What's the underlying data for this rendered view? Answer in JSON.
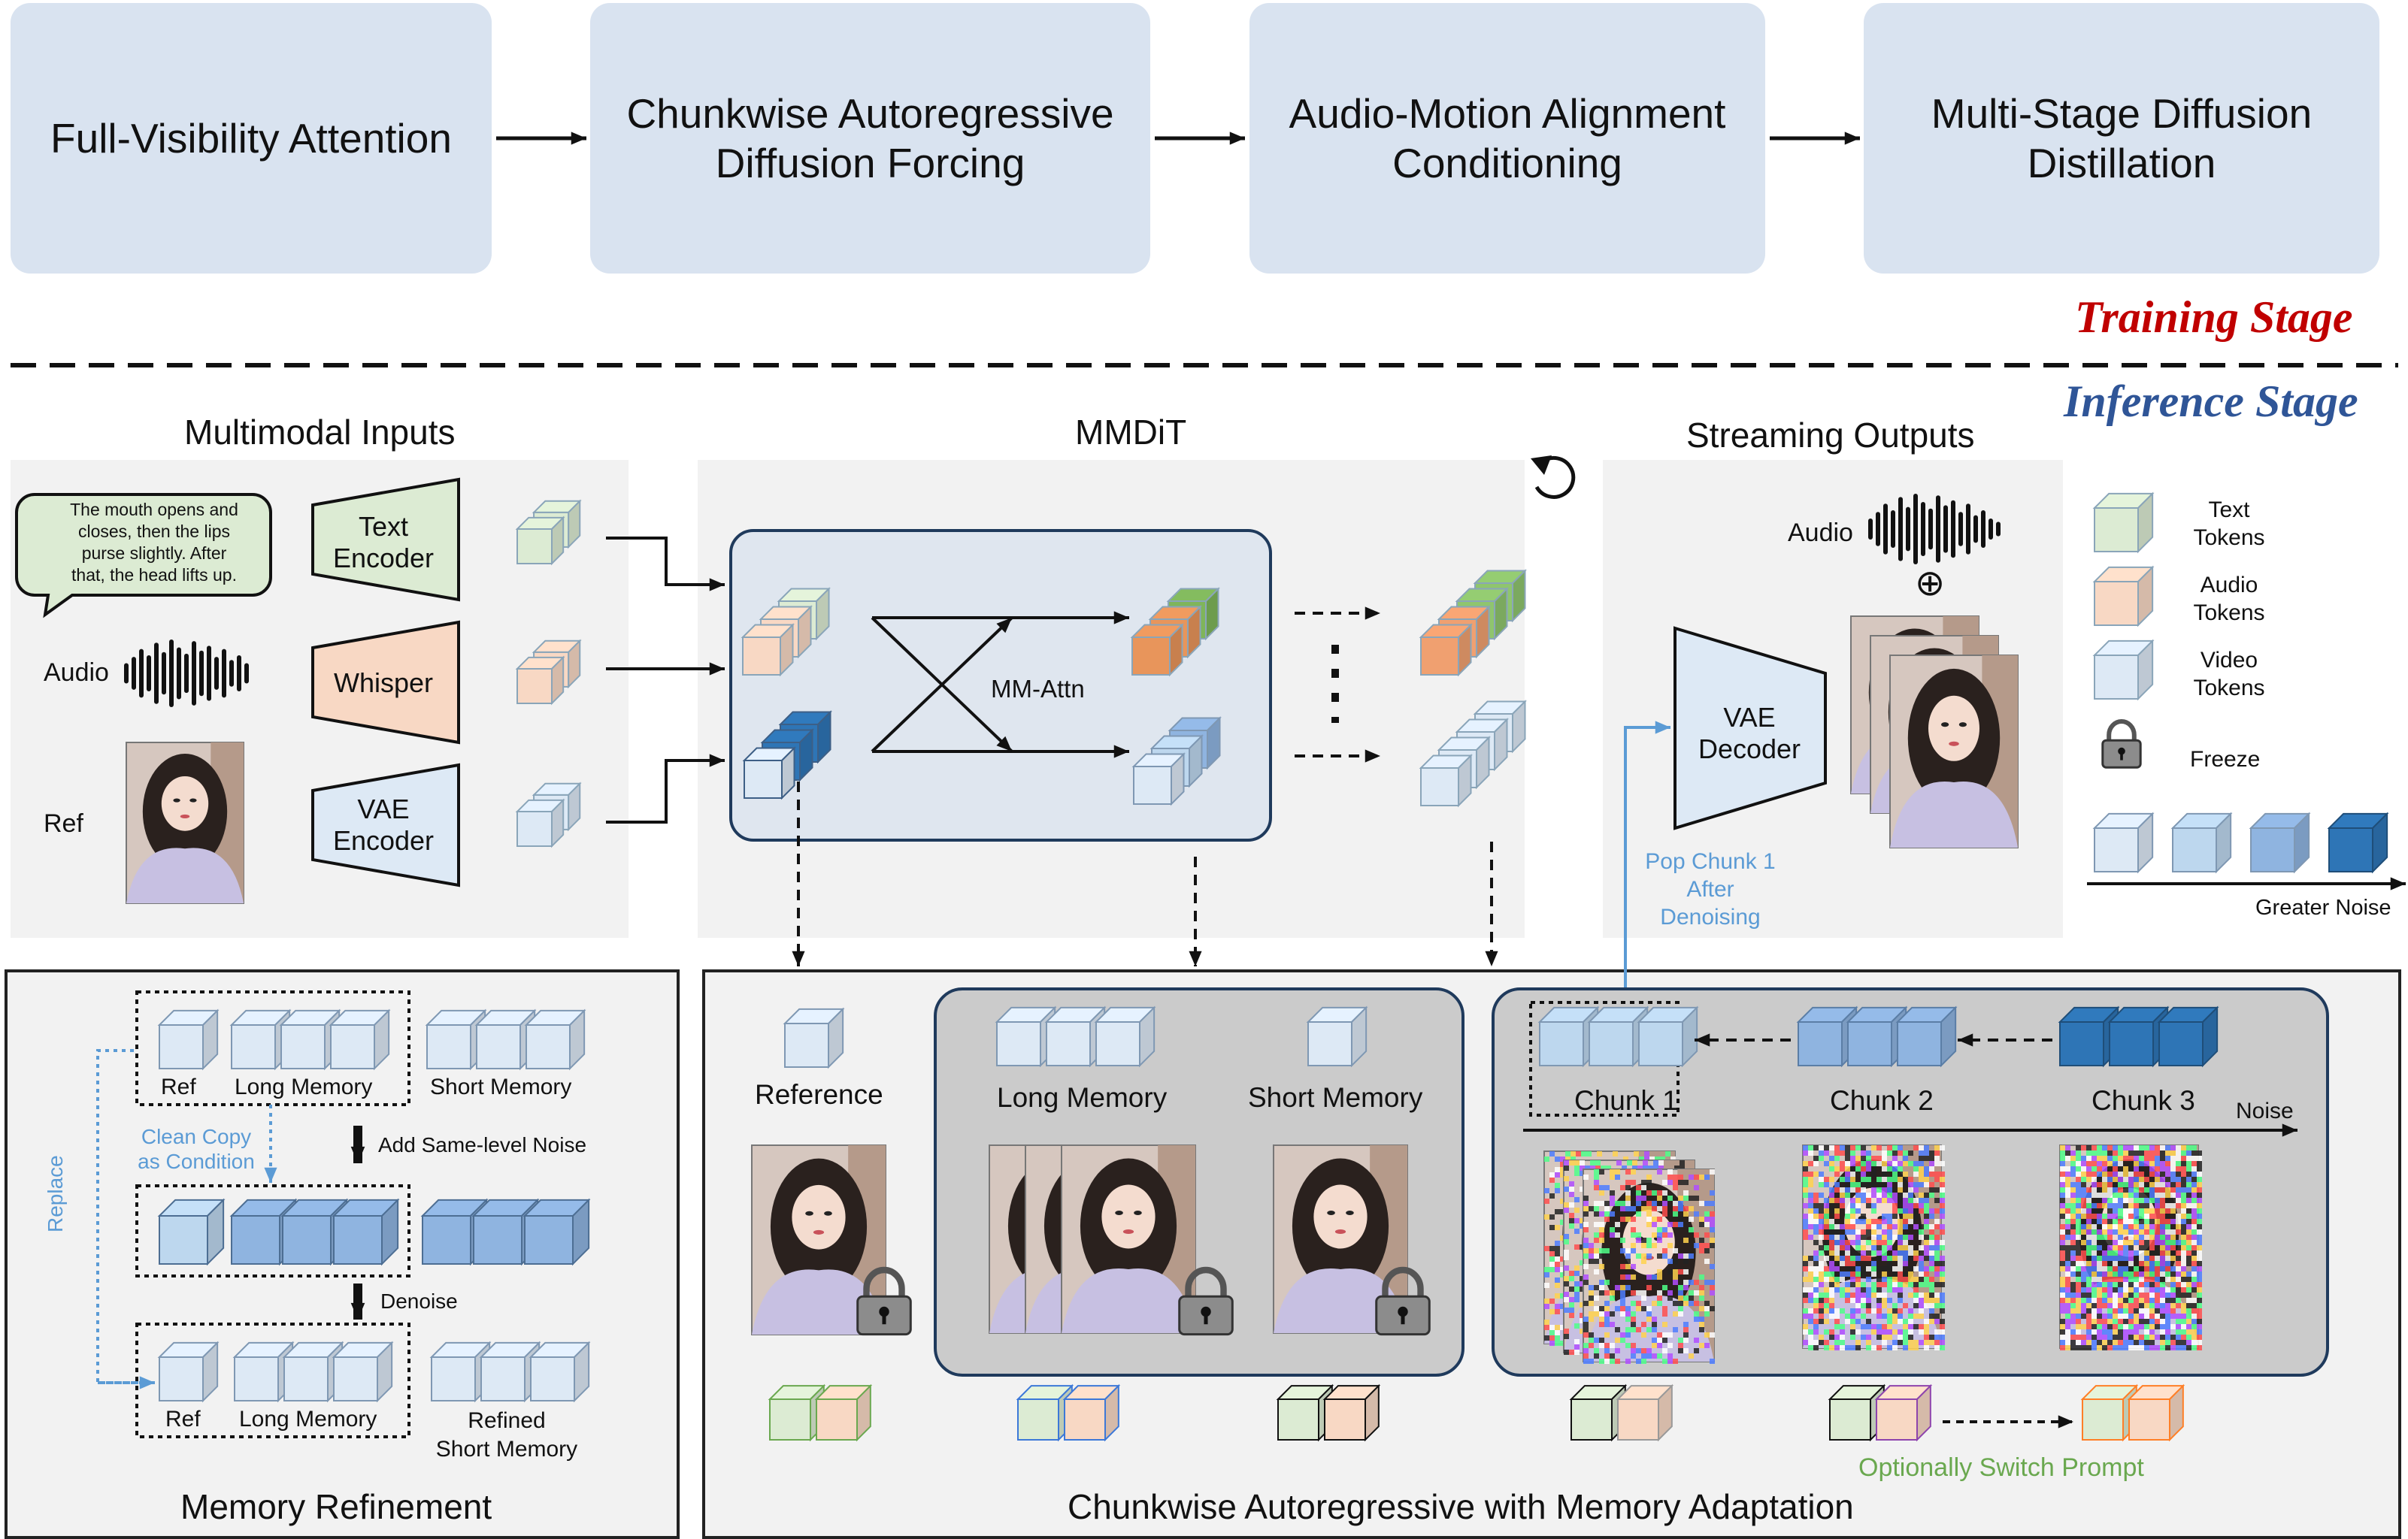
{
  "training": {
    "steps": [
      "Full-Visibility Attention",
      "Chunkwise Autoregressive\nDiffusion Forcing",
      "Audio-Motion Alignment\nConditioning",
      "Multi-Stage Diffusion\nDistillation"
    ],
    "stage_label": "Training Stage"
  },
  "inference": {
    "stage_label": "Inference Stage",
    "inputs": {
      "title": "Multimodal Inputs",
      "speech_text": "The mouth opens and\ncloses, then the lips\npurse slightly. After\nthat, the head lifts up.",
      "audio_label": "Audio",
      "ref_label": "Ref",
      "text_encoder": "Text\nEncoder",
      "whisper": "Whisper",
      "vae_encoder": "VAE\nEncoder"
    },
    "mmdit": {
      "title": "MMDiT",
      "attn_label": "MM-Attn"
    },
    "outputs": {
      "title": "Streaming Outputs",
      "audio_label": "Audio",
      "plus_symbol": "⊕",
      "vae_decoder": "VAE\nDecoder",
      "pop_note": "Pop Chunk 1\nAfter\nDenoising"
    },
    "legend": {
      "text_tokens": "Text\nTokens",
      "audio_tokens": "Audio\nTokens",
      "video_tokens": "Video\nTokens",
      "freeze": "Freeze",
      "greater_noise": "Greater Noise"
    },
    "memory_refinement": {
      "title": "Memory Refinement",
      "ref": "Ref",
      "long_memory": "Long Memory",
      "short_memory": "Short Memory",
      "add_noise": "Add Same-level Noise",
      "clean_copy": "Clean Copy\nas Condition",
      "replace": "Replace",
      "denoise": "Denoise",
      "refined_short_memory": "Refined\nShort Memory"
    },
    "chunkwise": {
      "title": "Chunkwise Autoregressive with Memory Adaptation",
      "reference": "Reference",
      "long_memory": "Long Memory",
      "short_memory": "Short Memory",
      "chunk1": "Chunk 1",
      "chunk2": "Chunk 2",
      "chunk3": "Chunk 3",
      "noise": "Noise",
      "switch_prompt": "Optionally Switch Prompt"
    }
  },
  "colors": {
    "stage_box": "#d9e3f0",
    "panel": "#f2f2f2",
    "text_token": "#dcebd3",
    "audio_token": "#f8d8c4",
    "video_token": "#dde9f5",
    "video_noisy_1": "#bdd7ee",
    "video_noisy_2": "#8fb4e0",
    "video_noisy_3": "#2e75b6",
    "text_token_dark": "#7fb55b",
    "audio_token_dark": "#e8955b",
    "training_red": "#c00000",
    "inference_blue": "#2f5597",
    "switch_green": "#6aa84f",
    "pop_blue": "#5b9bd5"
  }
}
